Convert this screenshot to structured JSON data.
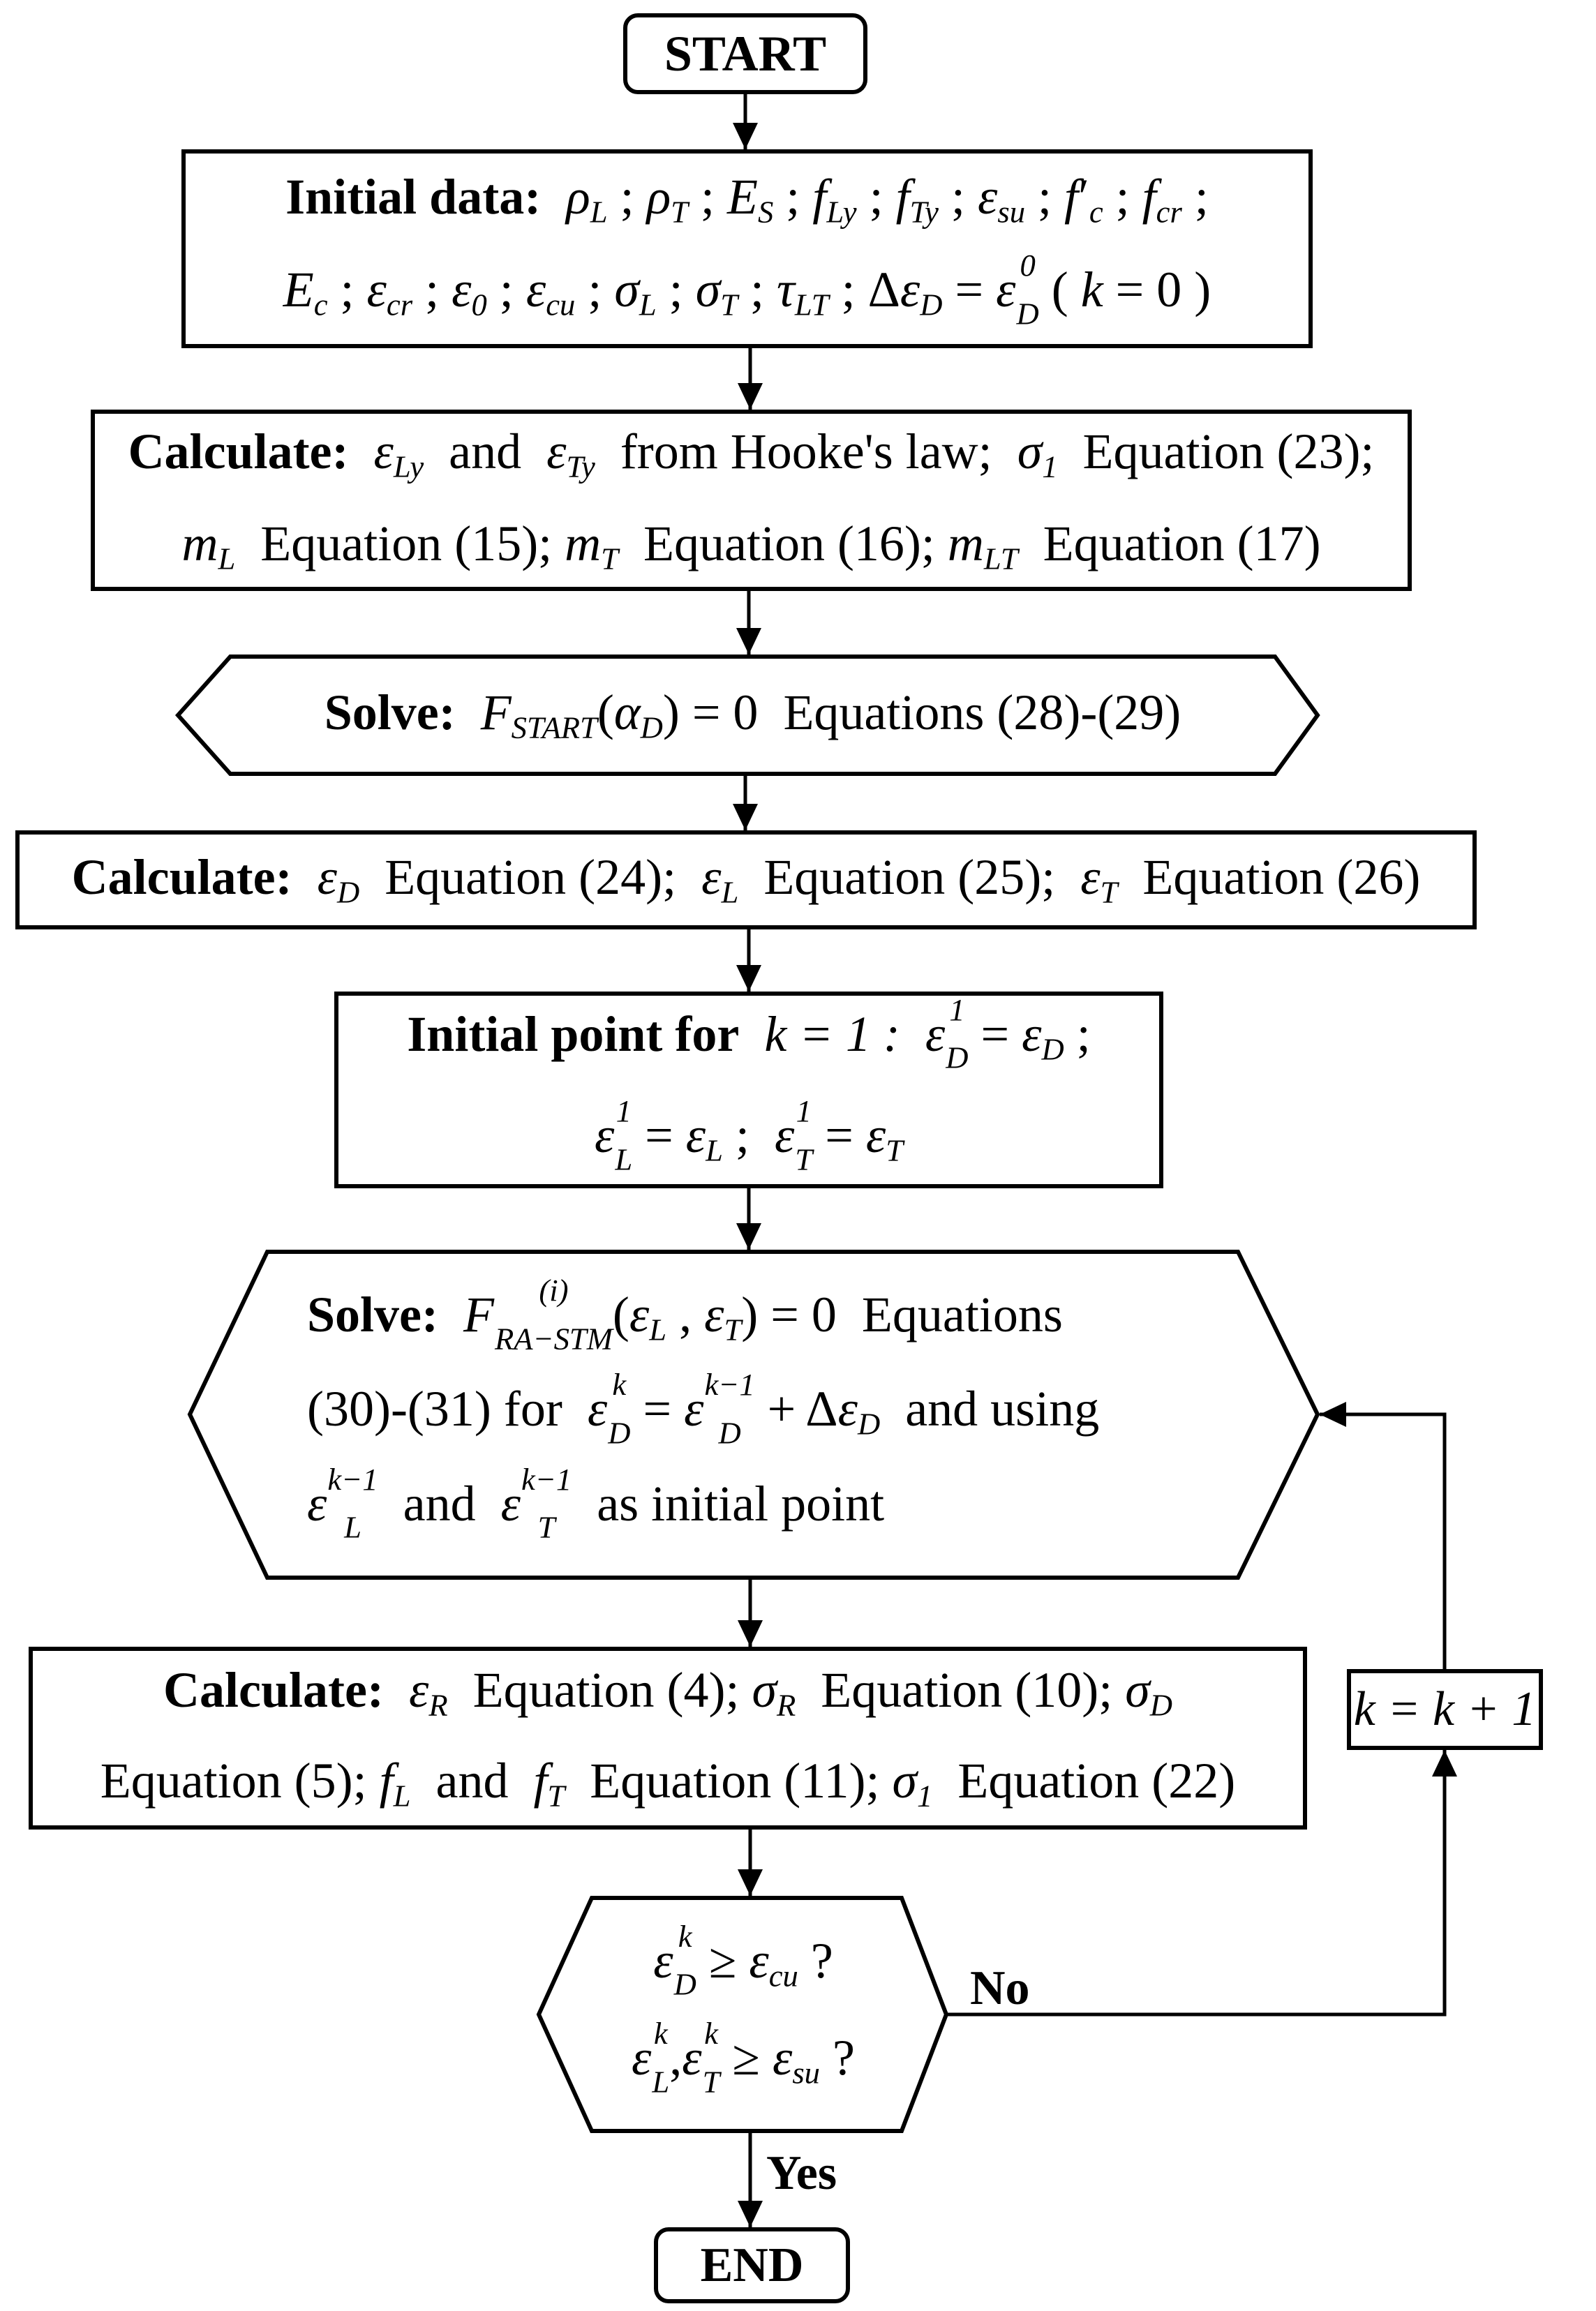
{
  "nodes": {
    "start": "START",
    "initial_data": {
      "label": "Initial data:",
      "line1": [
        "ρL",
        "ρT",
        "ES",
        "fLy",
        "fTy",
        "εsu",
        "f′c",
        "fcr"
      ],
      "line2": [
        "Ec",
        "εcr",
        "ε0",
        "εcu",
        "σL",
        "σT",
        "τLT",
        "ΔεD = ε0D",
        "(k = 0)"
      ]
    },
    "calc1": {
      "label": "Calculate:",
      "line1_a": "and",
      "line1_b": "from Hooke's law;",
      "line1_c": "Equation (23);",
      "line2_a": "Equation (15);",
      "line2_b": "Equation (16);",
      "line2_c": "Equation (17)"
    },
    "solve1": {
      "label": "Solve:",
      "eq": "= 0",
      "ref": "Equations (28)-(29)"
    },
    "calc2": {
      "label": "Calculate:",
      "a": "Equation (24);",
      "b": "Equation (25);",
      "c": "Equation (26)"
    },
    "initial_point": {
      "label": "Initial point for",
      "k": "k = 1 :"
    },
    "solve2": {
      "label": "Solve:",
      "eq": "= 0",
      "line1_ref": "Equations",
      "line2_ref": "(30)-(31) for",
      "line2_b": "and using",
      "line3_a": "and",
      "line3_b": "as initial point"
    },
    "calc3": {
      "label": "Calculate:",
      "a": "Equation (4);",
      "b": "Equation (10);",
      "c": "Equation (5);",
      "d": "and",
      "e": "Equation (11);",
      "f": "Equation (22)"
    },
    "decision": {
      "q1": "?",
      "q2": "?"
    },
    "increment": "k = k + 1",
    "end": "END"
  },
  "edges": {
    "no_label": "No",
    "yes_label": "Yes"
  }
}
